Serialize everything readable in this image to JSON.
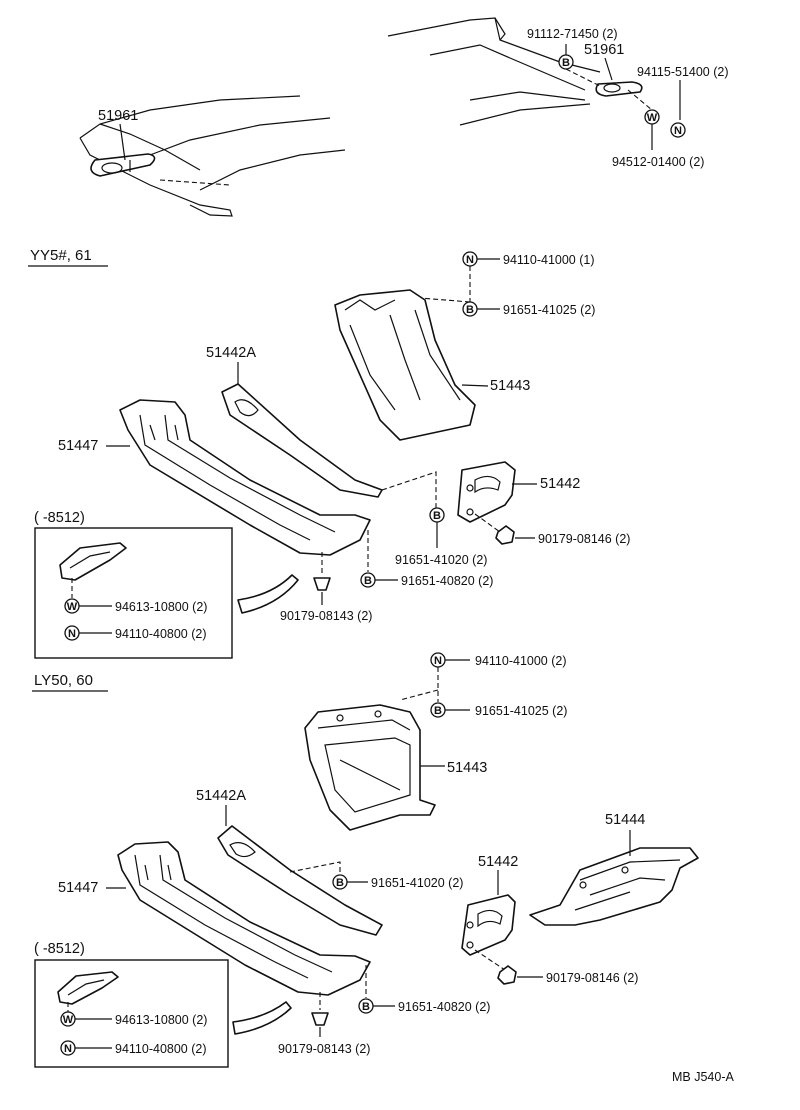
{
  "symbols": {
    "bolt": "B",
    "nut": "N",
    "washer": "W"
  },
  "top": {
    "part_left": "51961",
    "part_right": "51961",
    "ref_bolt": "91112-71450 (2)",
    "ref_nut": "94115-51400 (2)",
    "ref_washer": "94512-01400 (2)"
  },
  "section1": {
    "title": "YY5#, 61",
    "parts": {
      "p51442A": "51442A",
      "p51443": "51443",
      "p51447": "51447",
      "p51442": "51442"
    },
    "refs": {
      "nut_top": "94110-41000 (1)",
      "bolt_top": "91651-41025 (2)",
      "bolt_mid": "91651-41020 (2)",
      "nut_right": "90179-08146 (2)",
      "bolt_lower": "91651-40820 (2)",
      "clip_lower": "90179-08143 (2)"
    },
    "inset": {
      "title": "(        -8512)",
      "washer": "94613-10800 (2)",
      "nut": "94110-40800 (2)"
    }
  },
  "section2": {
    "title": "LY50, 60",
    "parts": {
      "p51442A": "51442A",
      "p51443": "51443",
      "p51447": "51447",
      "p51442": "51442",
      "p51444": "51444"
    },
    "refs": {
      "nut_top": "94110-41000 (2)",
      "bolt_top": "91651-41025 (2)",
      "bolt_mid": "91651-41020 (2)",
      "nut_right": "90179-08146 (2)",
      "bolt_lower": "91651-40820 (2)",
      "clip_lower": "90179-08143 (2)"
    },
    "inset": {
      "title": "(        -8512)",
      "washer": "94613-10800 (2)",
      "nut": "94110-40800 (2)"
    }
  },
  "footer": {
    "code": "MB  J540-A"
  }
}
